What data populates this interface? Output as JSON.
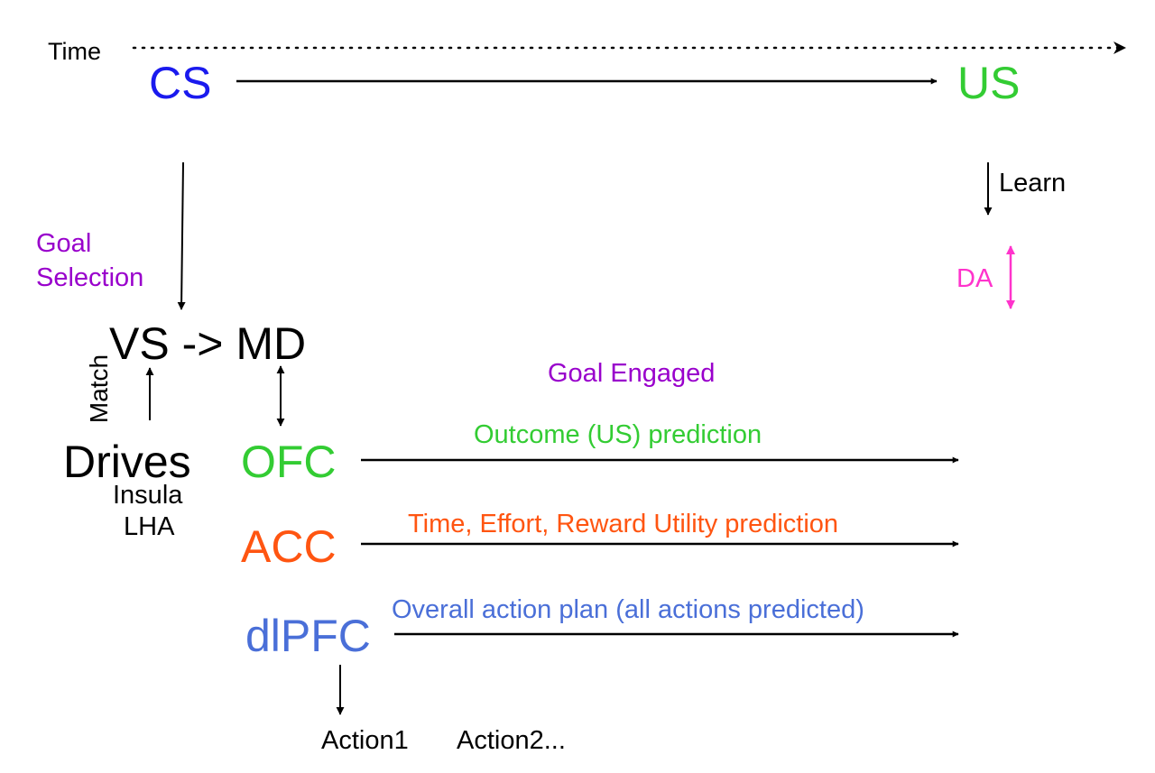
{
  "colors": {
    "black": "#000000",
    "blue": "#1a1aee",
    "green": "#33cc33",
    "purple": "#9900cc",
    "magenta": "#ff33cc",
    "orange": "#ff5511",
    "steelblue": "#4a6fd8"
  },
  "labels": {
    "time": "Time",
    "cs": "CS",
    "us": "US",
    "learn": "Learn",
    "goal_selection_line1": "Goal",
    "goal_selection_line2": "Selection",
    "da": "DA",
    "vs_md": "VS -> MD",
    "match": "Match",
    "goal_engaged": "Goal Engaged",
    "drives": "Drives",
    "insula": "Insula",
    "lha": "LHA",
    "ofc": "OFC",
    "ofc_prediction": "Outcome (US) prediction",
    "acc": "ACC",
    "acc_prediction": "Time, Effort, Reward Utility prediction",
    "dlpfc": "dlPFC",
    "dlpfc_prediction": "Overall action plan (all actions predicted)",
    "action1": "Action1",
    "action2": "Action2..."
  }
}
